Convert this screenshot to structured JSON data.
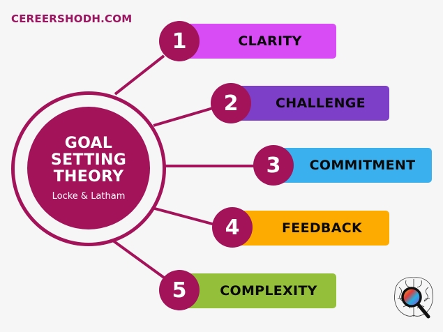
{
  "header": {
    "site": "CEREERSHODH.COM"
  },
  "hub": {
    "title_lines": [
      "GOAL",
      "SETTING",
      "THEORY"
    ],
    "subtitle": "Locke & Latham"
  },
  "colors": {
    "accent": "#a3135a",
    "background": "#f6f6f6"
  },
  "items": [
    {
      "number": "1",
      "label": "CLARITY",
      "color": "#d84cf5"
    },
    {
      "number": "2",
      "label": "CHALLENGE",
      "color": "#7d3fc8"
    },
    {
      "number": "3",
      "label": "COMMITMENT",
      "color": "#3ab1ee"
    },
    {
      "number": "4",
      "label": "FEEDBACK",
      "color": "#fdab00"
    },
    {
      "number": "5",
      "label": "COMPLEXITY",
      "color": "#93bf3a"
    }
  ],
  "logo": {
    "icon": "brain-magnifier-icon"
  }
}
